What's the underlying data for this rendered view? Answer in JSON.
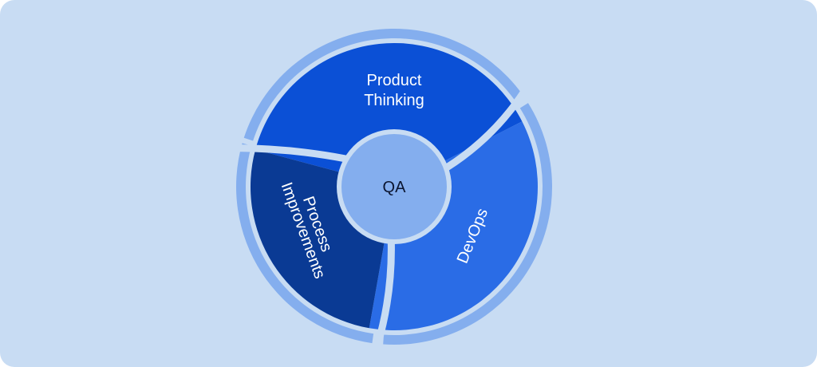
{
  "diagram": {
    "hub": {
      "label": "QA"
    },
    "segments": [
      {
        "id": "product-thinking",
        "line1": "Product",
        "line2": "Thinking"
      },
      {
        "id": "devops",
        "line1": "DevOps",
        "line2": ""
      },
      {
        "id": "process-improvements",
        "line1": "Process",
        "line2": "Improvements"
      }
    ]
  },
  "colors": {
    "background": "#c8dcf3",
    "outer_ring": "#84aeee",
    "product_thinking": "#0b50d6",
    "devops": "#2a6ce6",
    "process_improvements": "#0a3a94",
    "hub_fill": "#84aeee",
    "separator": "#c8dcf3",
    "text_on_dark": "#e6efff",
    "hub_text": "#0b1530"
  }
}
